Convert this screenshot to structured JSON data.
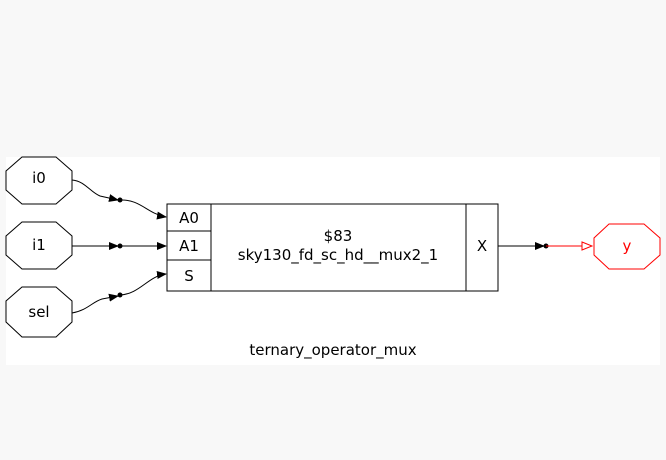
{
  "diagram": {
    "module_name": "ternary_operator_mux",
    "inputs": [
      "i0",
      "i1",
      "sel"
    ],
    "output": "y",
    "cell": {
      "id": "$83",
      "type": "sky130_fd_sc_hd__mux2_1",
      "input_pins": [
        "A0",
        "A1",
        "S"
      ],
      "output_pin": "X"
    },
    "colors": {
      "page_background": "#f8f8f8",
      "diagram_background": "#ffffff",
      "stroke": "#000000",
      "output_port": "#ff0000"
    }
  }
}
